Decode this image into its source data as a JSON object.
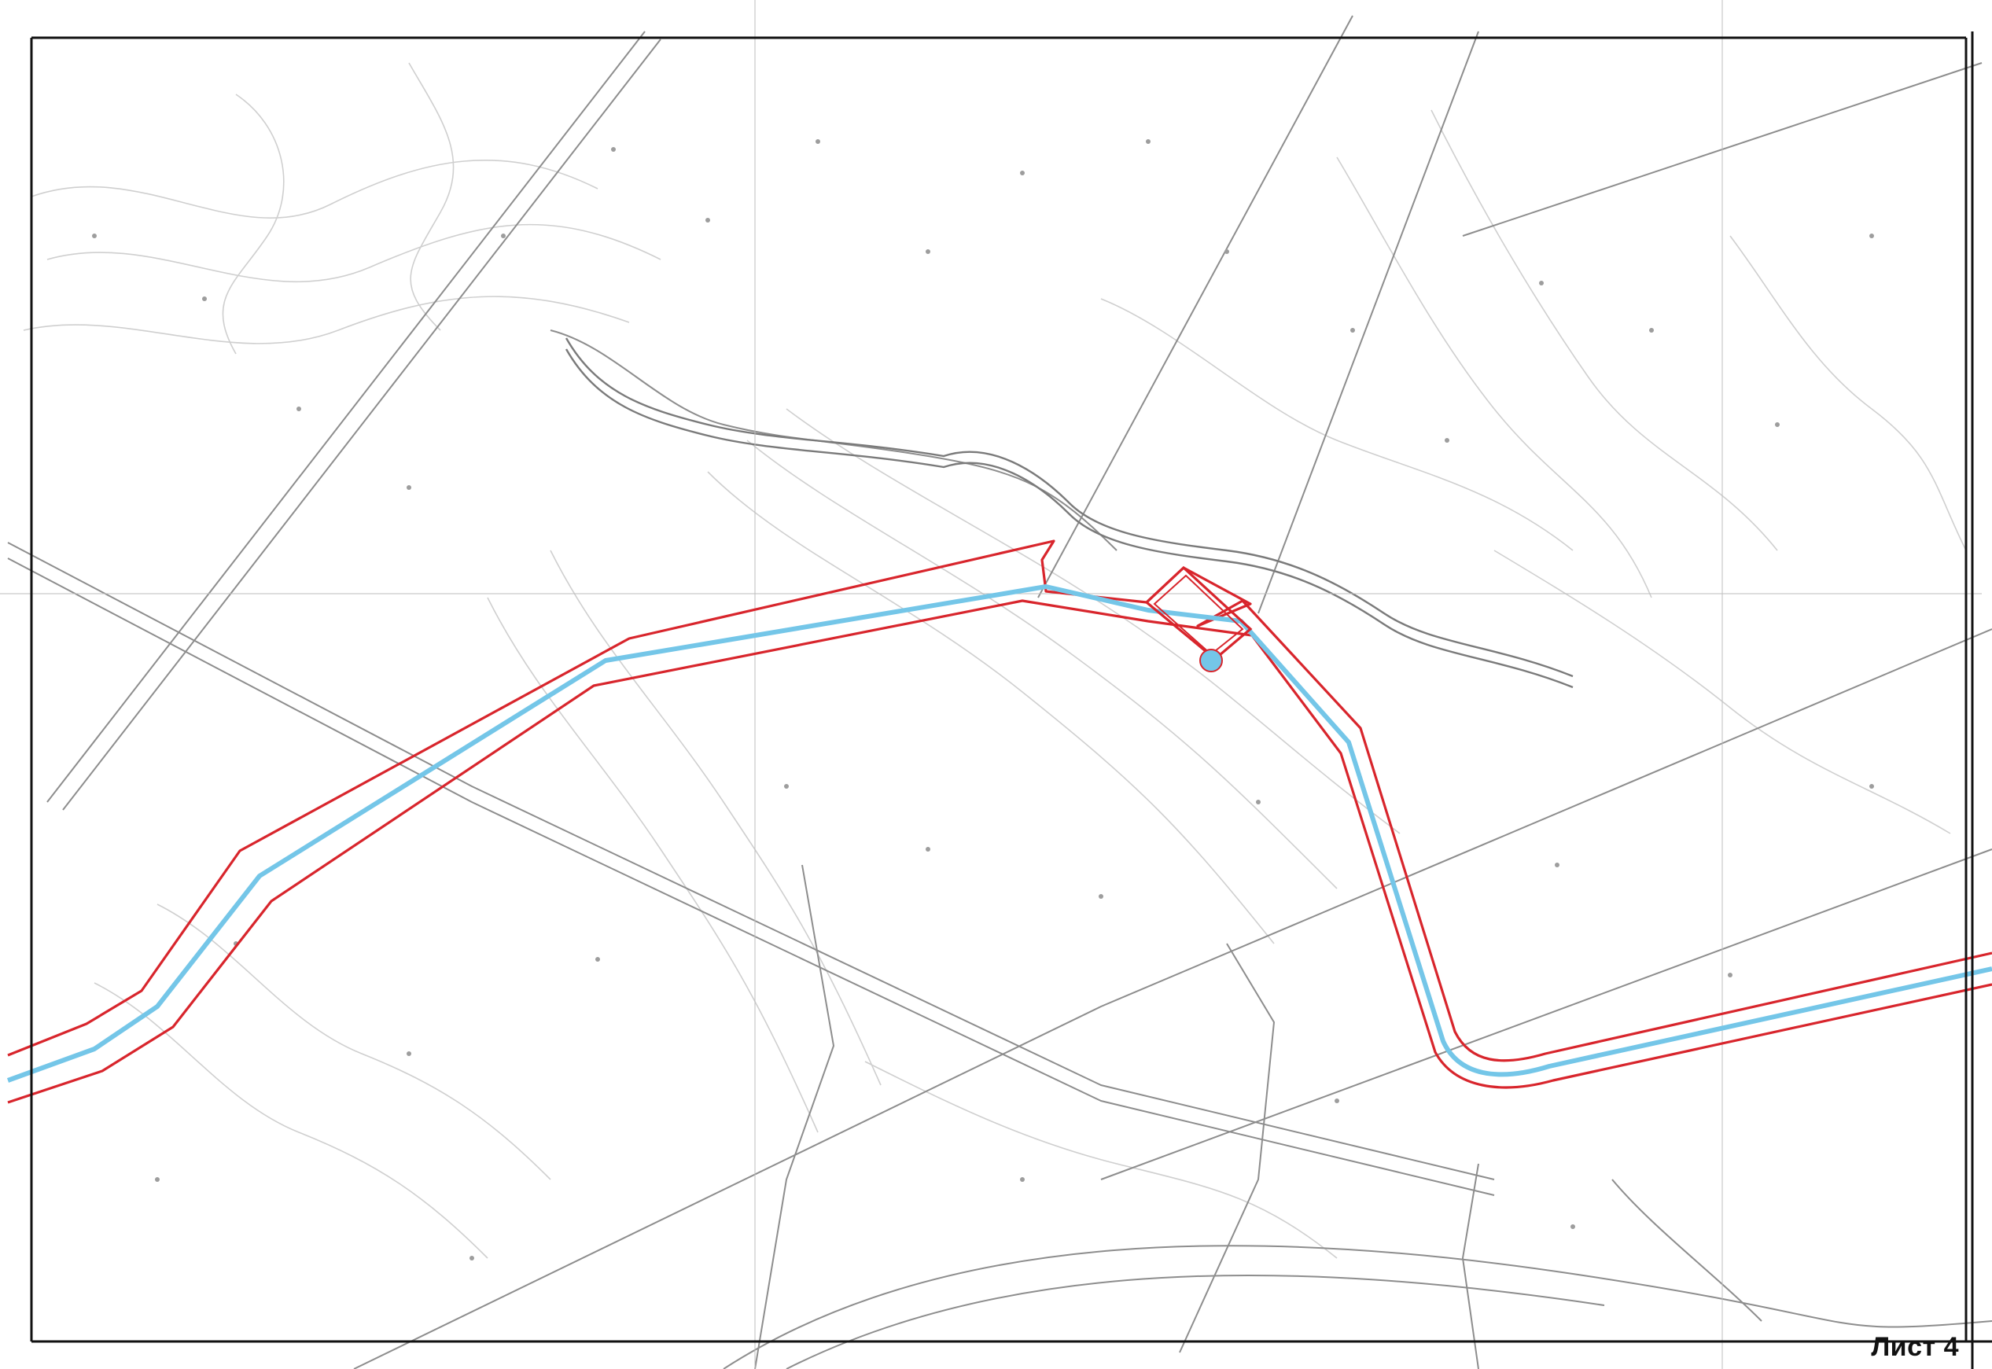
{
  "sheet": {
    "label": "Лист 4"
  },
  "colors": {
    "paper": "#ffffff",
    "topo_line": "#9a9a9a",
    "contour": "#c8c8c8",
    "frame": "#111111",
    "corridor_boundary": "#d8252c",
    "pipeline_axis": "#74c6e8"
  },
  "legend_semantics": {
    "corridor": "red-outline-boundary",
    "pipeline": "light-blue-axis-line",
    "facility": "square-site-with-circle"
  }
}
